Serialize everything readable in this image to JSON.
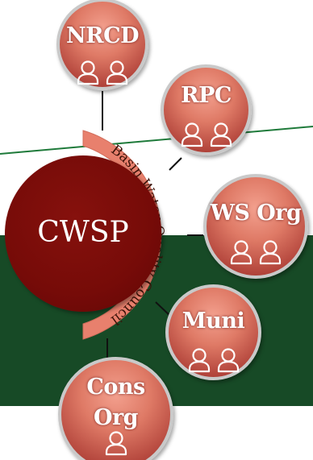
{
  "center": {
    "label": "CWSP"
  },
  "council_arc": {
    "label": "Basin Water Quality Council"
  },
  "members": [
    {
      "id": "nrcd",
      "label": "NRCD",
      "people": 2
    },
    {
      "id": "rpc",
      "label": "RPC",
      "people": 2
    },
    {
      "id": "ws-org",
      "label": "WS Org",
      "people": 2
    },
    {
      "id": "muni",
      "label": "Muni",
      "people": 2
    },
    {
      "id": "cons-org",
      "label": "Cons\nOrg",
      "people": 1
    }
  ],
  "colors": {
    "band": "#174a26",
    "line": "#1e7a3a",
    "cwsp": "#760b08",
    "arc": "#e8806d",
    "bubble_light": "#f3a08e",
    "bubble_dark": "#9c3230",
    "bubble_border": "#c9c9c9"
  },
  "icons": {
    "person": "person-outline-icon"
  }
}
